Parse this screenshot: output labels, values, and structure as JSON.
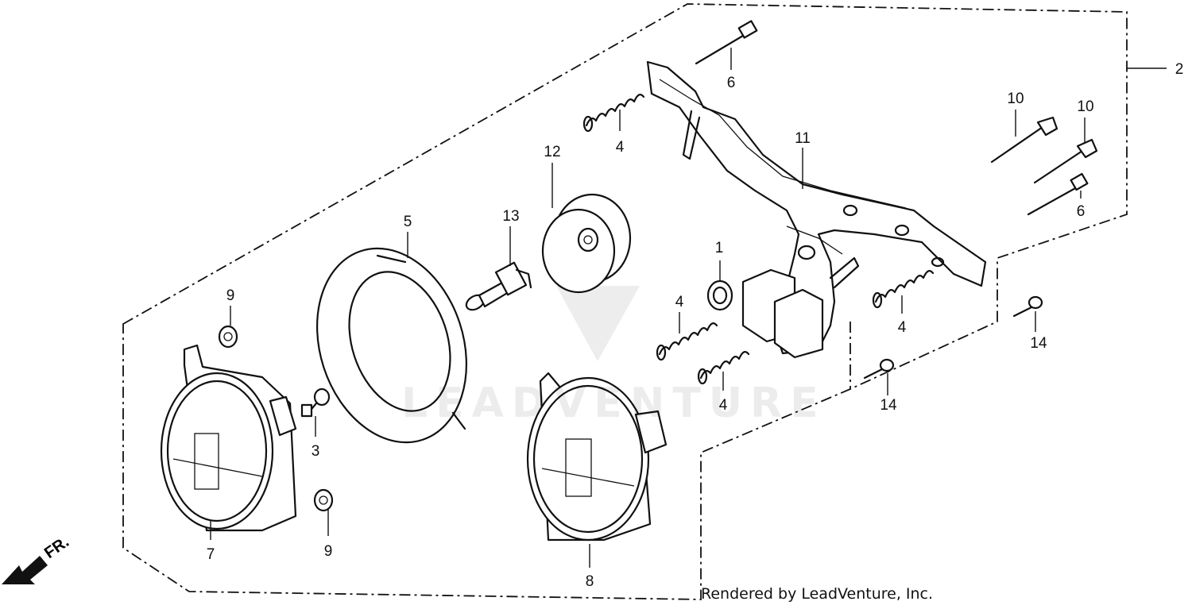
{
  "credit": "Rendered by LeadVenture, Inc.",
  "watermark": "LEADVENTURE",
  "direction_label": "FR.",
  "callouts": {
    "c1": "1",
    "c2": "2",
    "c3": "3",
    "c4a": "4",
    "c4b": "4",
    "c4c": "4",
    "c4d": "4",
    "c5": "5",
    "c6a": "6",
    "c6b": "6",
    "c7": "7",
    "c8": "8",
    "c9a": "9",
    "c9b": "9",
    "c10a": "10",
    "c10b": "10",
    "c11": "11",
    "c12": "12",
    "c13": "13",
    "c14a": "14",
    "c14b": "14"
  }
}
